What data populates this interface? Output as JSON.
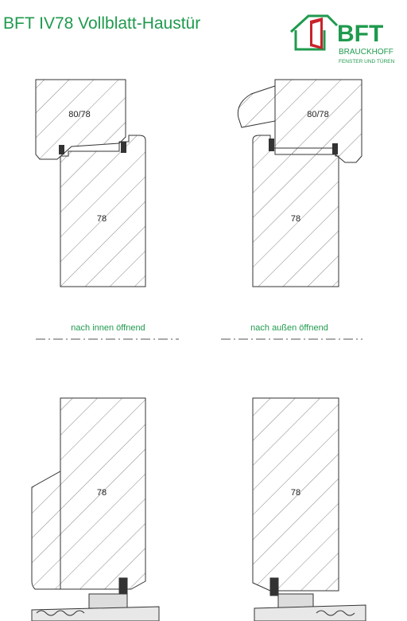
{
  "header": {
    "title": "BFT IV78 Vollblatt-Haustür"
  },
  "logo": {
    "brand": "BFT",
    "company": "BRAUCKHOFF",
    "tagline": "FENSTER UND TÜREN"
  },
  "sections": {
    "inward": {
      "caption": "nach innen öffnend",
      "frame_label": "80/78",
      "sash_top_label": "78",
      "sash_bottom_label": "78"
    },
    "outward": {
      "caption": "nach außen öffnend",
      "frame_label": "80/78",
      "sash_top_label": "78",
      "sash_bottom_label": "78"
    }
  },
  "colors": {
    "accent": "#1f9a4e",
    "logo_red": "#c8232c",
    "line": "#333333"
  }
}
